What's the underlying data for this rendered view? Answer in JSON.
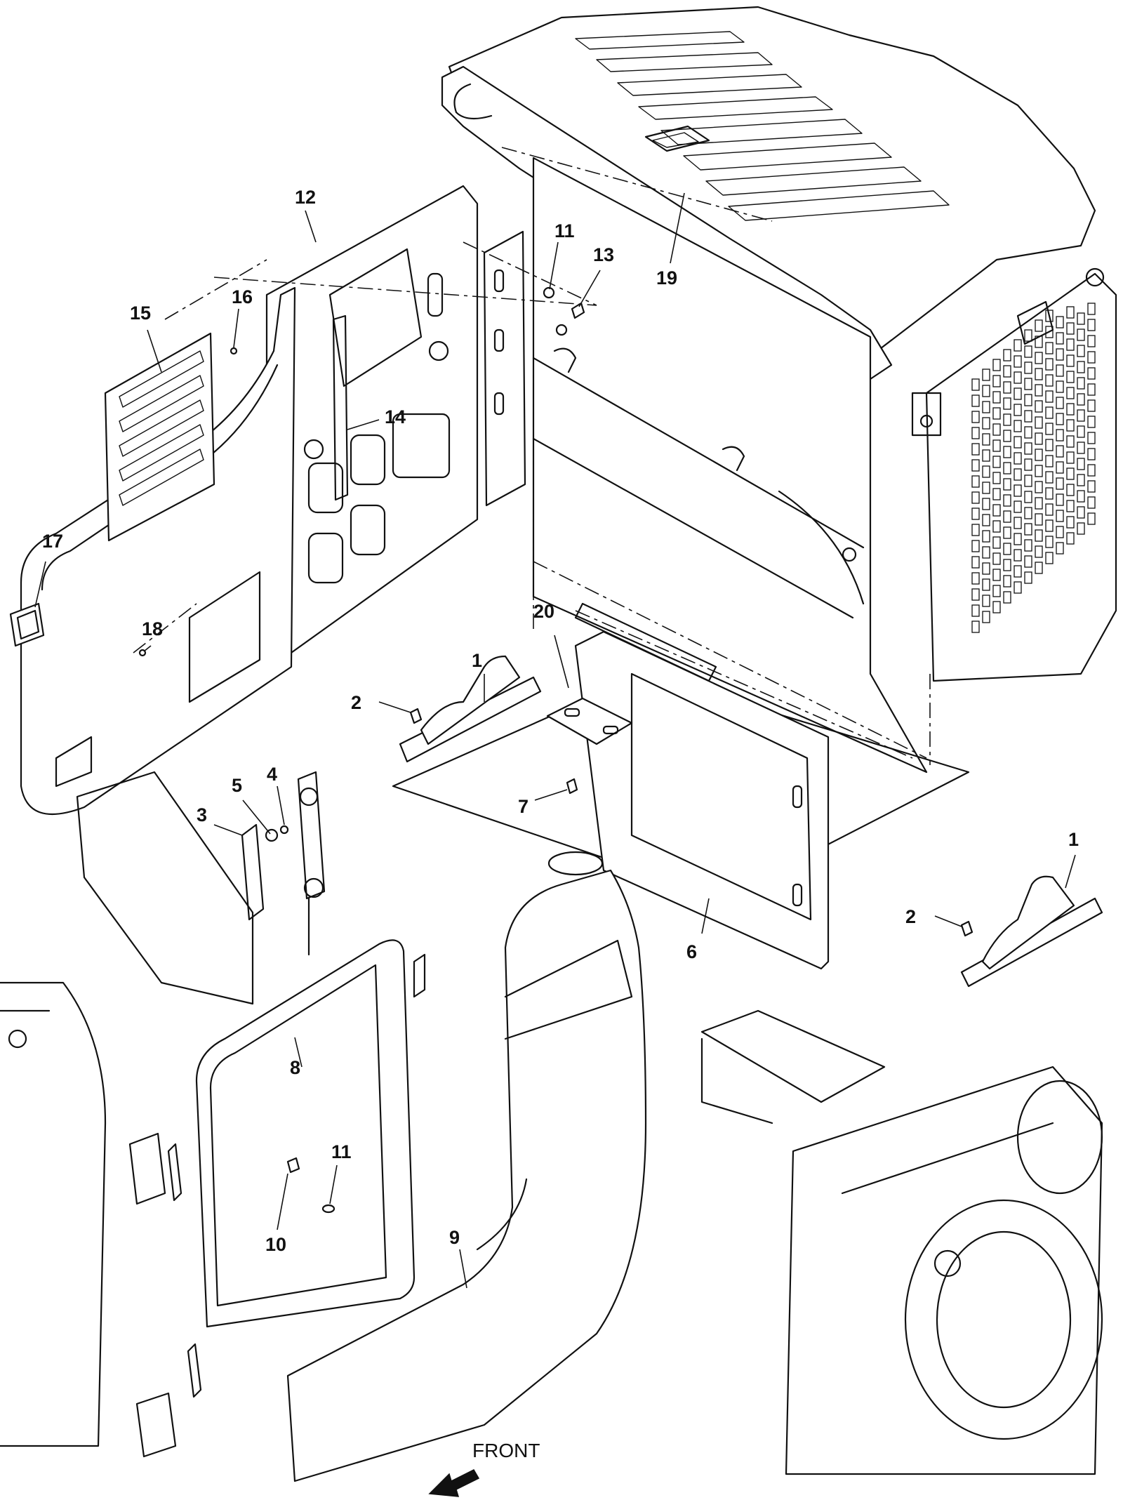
{
  "callouts": [
    {
      "id": "c1a",
      "label": "1"
    },
    {
      "id": "c1b",
      "label": "1"
    },
    {
      "id": "c2a",
      "label": "2"
    },
    {
      "id": "c2b",
      "label": "2"
    },
    {
      "id": "c3",
      "label": "3"
    },
    {
      "id": "c4",
      "label": "4"
    },
    {
      "id": "c5",
      "label": "5"
    },
    {
      "id": "c6",
      "label": "6"
    },
    {
      "id": "c7",
      "label": "7"
    },
    {
      "id": "c8",
      "label": "8"
    },
    {
      "id": "c9",
      "label": "9"
    },
    {
      "id": "c10",
      "label": "10"
    },
    {
      "id": "c11a",
      "label": "11"
    },
    {
      "id": "c11b",
      "label": "11"
    },
    {
      "id": "c12",
      "label": "12"
    },
    {
      "id": "c13",
      "label": "13"
    },
    {
      "id": "c14",
      "label": "14"
    },
    {
      "id": "c15",
      "label": "15"
    },
    {
      "id": "c16",
      "label": "16"
    },
    {
      "id": "c17",
      "label": "17"
    },
    {
      "id": "c18",
      "label": "18"
    },
    {
      "id": "c19",
      "label": "19"
    },
    {
      "id": "c20",
      "label": "20"
    }
  ],
  "direction": {
    "label": "FRONT"
  }
}
